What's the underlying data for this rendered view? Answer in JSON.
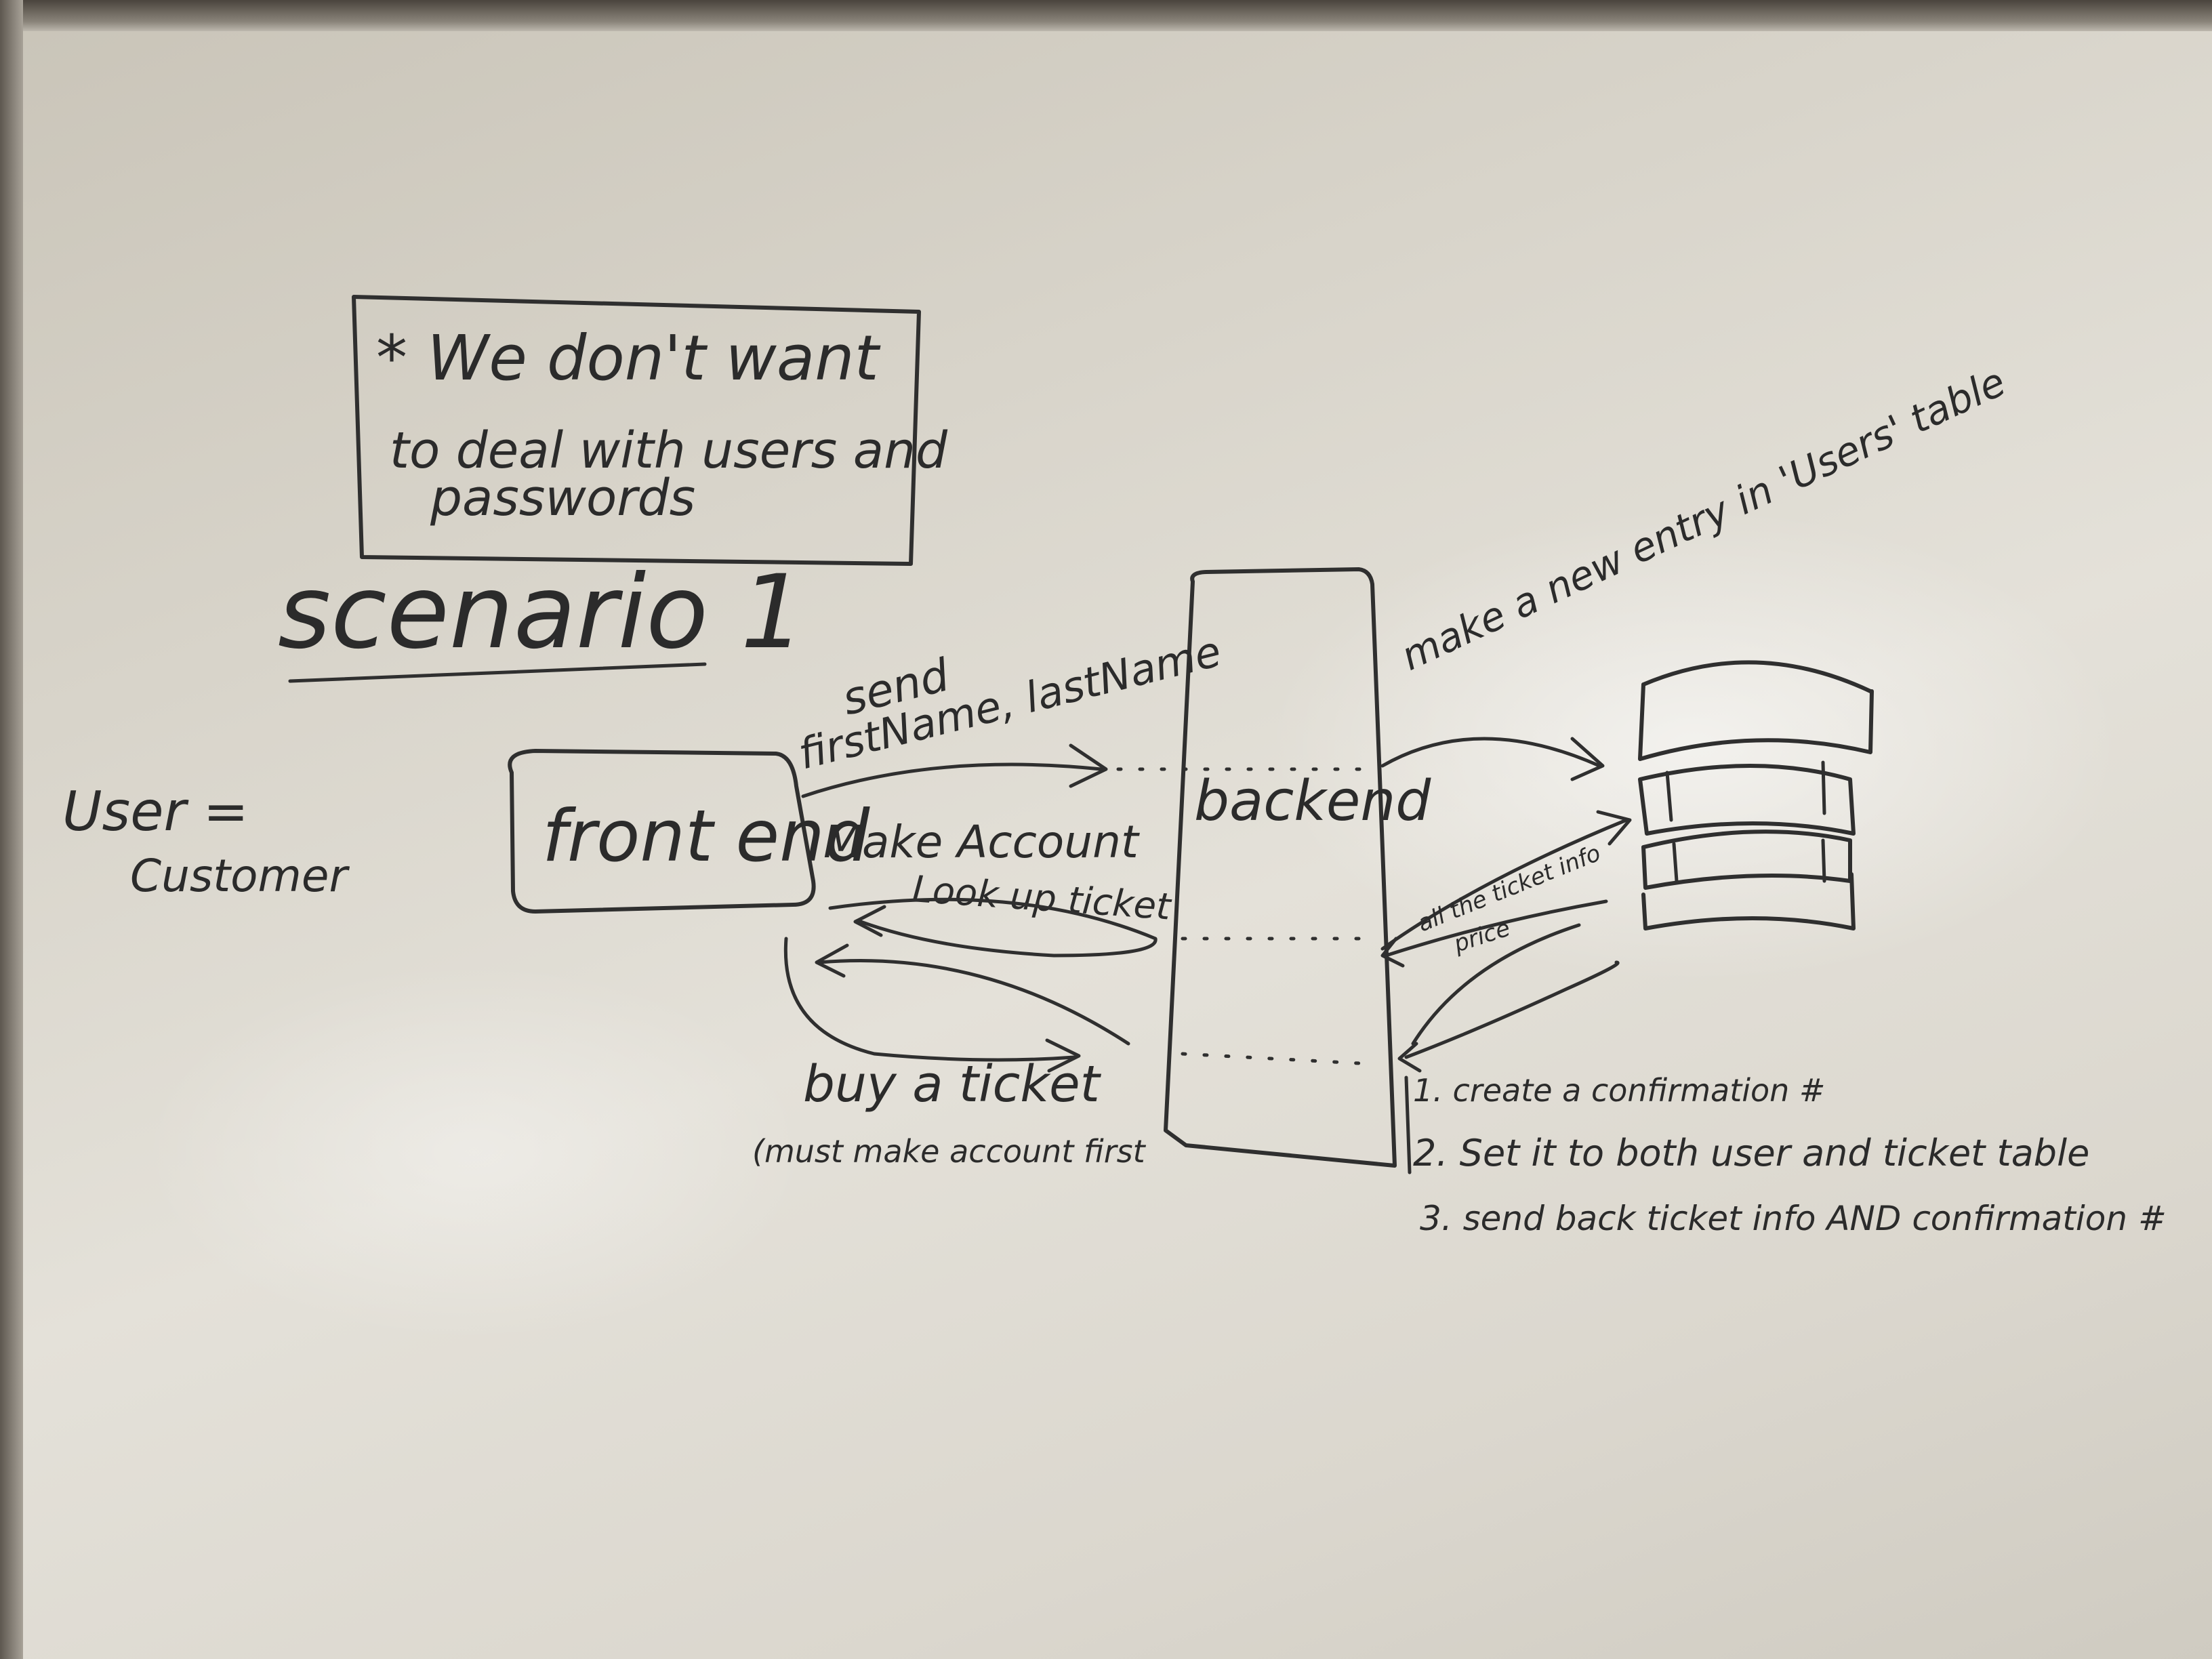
{
  "note_box": {
    "line1": "* We don't want",
    "line2": "to deal with users and",
    "line3": "passwords"
  },
  "title": "scenario 1",
  "definition": {
    "line1": "User =",
    "line2": "Customer"
  },
  "nodes": {
    "frontend": "front end",
    "backend": "backend"
  },
  "arrows": {
    "send_label_1": "send",
    "send_label_2": "firstName, lastName",
    "make_account": "Make Account",
    "look_up_ticket": "Look up ticket",
    "buy_ticket": "buy a ticket",
    "buy_ticket_note": "(must make account first",
    "db_entry": "make a new entry in 'Users' table",
    "ticket_info_1": "all the ticket info",
    "ticket_info_2": "price"
  },
  "steps": [
    "1. create a confirmation #",
    "2. Set it to both user and ticket table",
    "3. send back ticket info AND confirmation #"
  ]
}
